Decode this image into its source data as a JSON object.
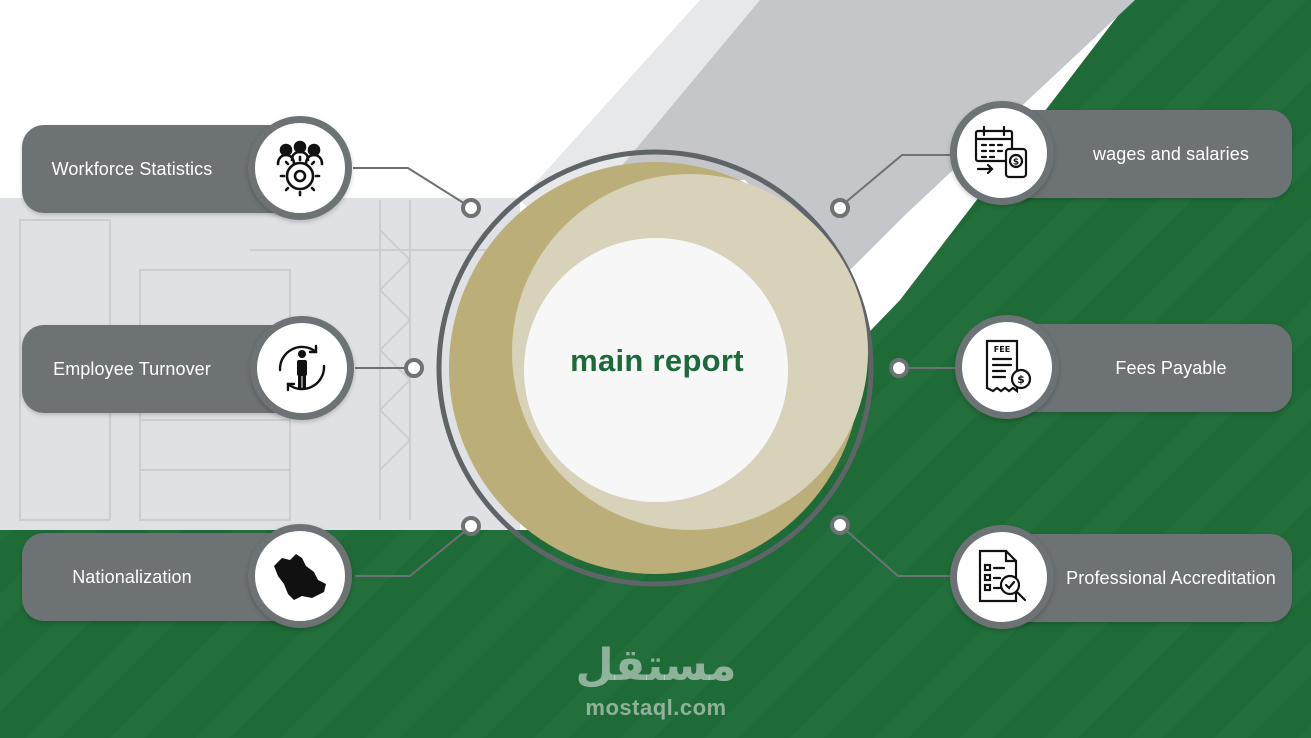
{
  "center": {
    "title": "main report"
  },
  "items": {
    "workforce_statistics": "Workforce Statistics",
    "employee_turnover": "Employee Turnover",
    "nationalization": "Nationalization",
    "wages_and_salaries": "wages and salaries",
    "fees_payable": "Fees Payable",
    "professional_accreditation": "Professional Accreditation"
  },
  "icons": {
    "workforce_statistics": "team-gear-icon",
    "employee_turnover": "employee-rotation-icon",
    "nationalization": "saudi-map-icon",
    "wages_and_salaries": "calendar-money-icon",
    "fees_payable": "fee-receipt-icon",
    "professional_accreditation": "document-check-icon"
  },
  "icon_badge_text": {
    "fee": "FEE"
  },
  "watermark": {
    "arabic": "مستقل",
    "url": "mostaql.com"
  },
  "colors": {
    "green": "#1e6b37",
    "dark_green": "#124d27",
    "pill_gray": "#6d7275",
    "gold": "#bfb07c",
    "title_green": "#1c6a3a"
  }
}
